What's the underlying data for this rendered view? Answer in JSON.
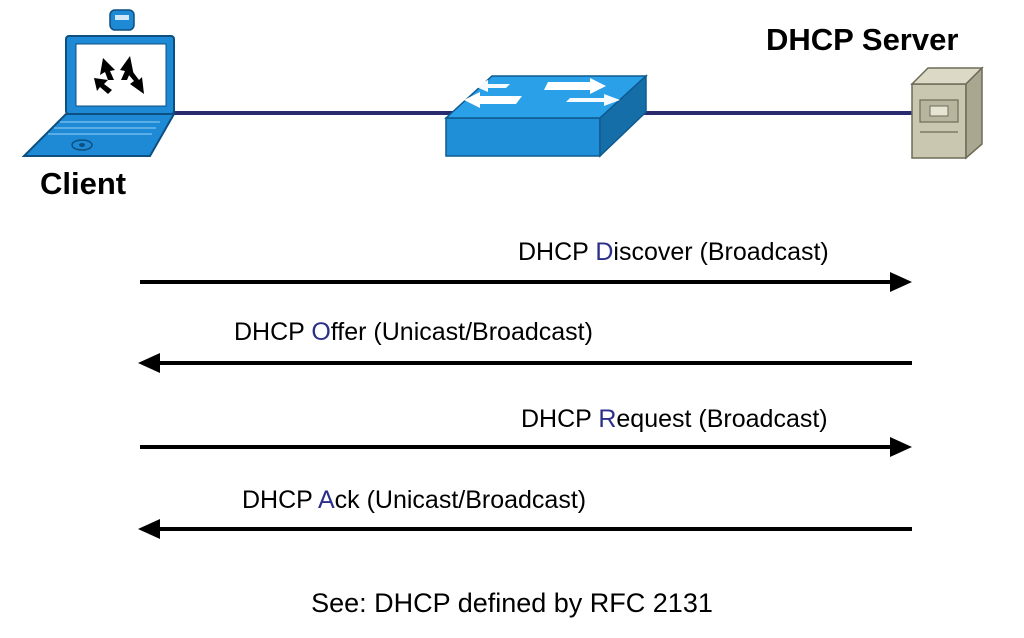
{
  "nodes": {
    "client_label": "Client",
    "server_label": "DHCP Server"
  },
  "messages": [
    {
      "prefix": "DHCP ",
      "highlight": "D",
      "rest": "iscover (Broadcast)",
      "direction": "client-to-server"
    },
    {
      "prefix": "DHCP ",
      "highlight": "O",
      "rest": "ffer (Unicast/Broadcast)",
      "direction": "server-to-client"
    },
    {
      "prefix": "DHCP ",
      "highlight": "R",
      "rest": "equest (Broadcast)",
      "direction": "client-to-server"
    },
    {
      "prefix": "DHCP ",
      "highlight": "A",
      "rest": "ck (Unicast/Broadcast)",
      "direction": "server-to-client"
    }
  ],
  "footer": "See: DHCP defined by RFC 2131",
  "colors": {
    "link_line": "#2a2a6e",
    "highlight_letter": "#2b2f8a",
    "laptop_blue": "#1e8ad6",
    "switch_blue": "#1f8fd8",
    "server_beige": "#c9c7b0"
  },
  "icons": [
    "laptop-icon",
    "switch-icon",
    "server-icon"
  ]
}
